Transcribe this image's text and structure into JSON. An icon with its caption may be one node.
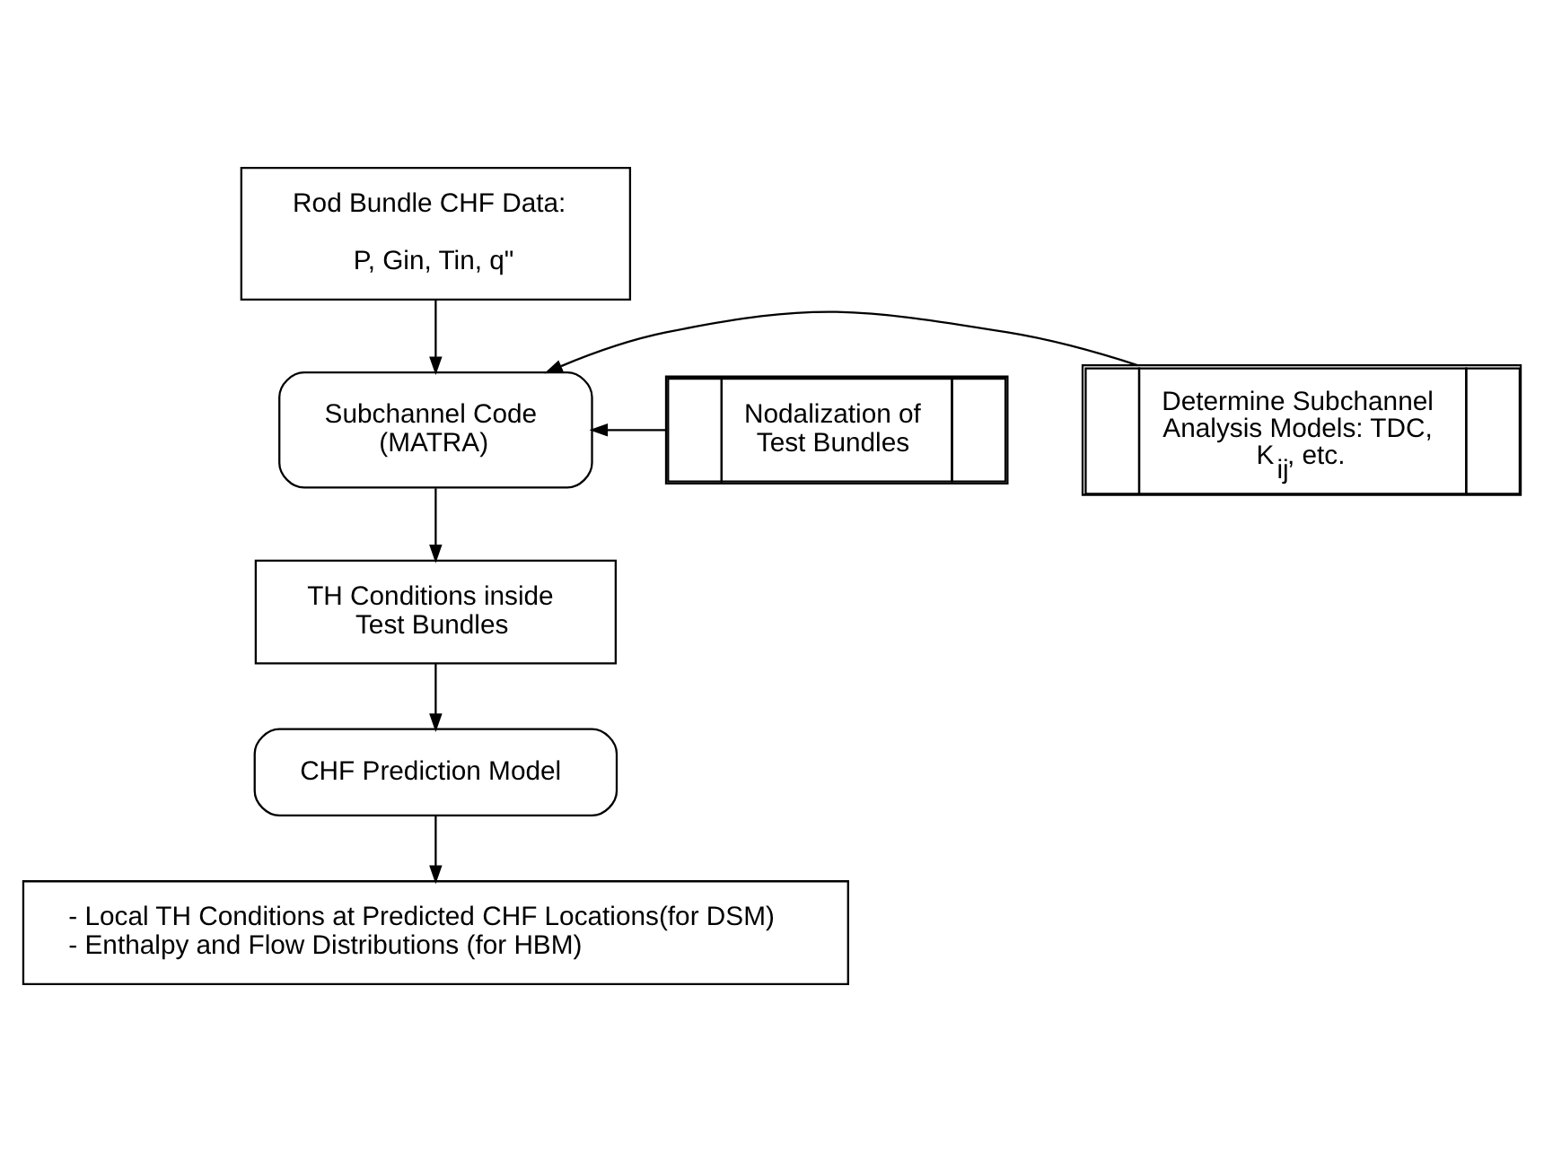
{
  "diagram": {
    "nodes": [
      {
        "text": [
          "Rod Bundle CHF Data:",
          "P, Gin, Tin, q\""
        ]
      },
      {
        "text": [
          "Nodalization of Test Bundles"
        ]
      },
      {
        "text": [
          "Subchannel Code (MATRA)"
        ]
      },
      {
        "text": [
          "Determine Subchannel Analysis Models: TDC, K$_{ij}$, etc."
        ]
      },
      {
        "text": [
          "TH Conditions inside Test Bundles"
        ]
      },
      {
        "text": [
          "CHF Prediction Model"
        ]
      },
      {
        "text": [
          "- Local TH Conditions at Predicted CHF Locations(for DSM)",
          "- Enthalpy and Flow Distributions (for HBM)"
        ]
      }
    ],
    "edges": [
      {
        "from": 0,
        "to": 2,
        "arrow": "to"
      },
      {
        "from": 1,
        "to": 2,
        "arrow": "to"
      },
      {
        "from": 3,
        "to": 2,
        "arrow": "to"
      },
      {
        "from": 2,
        "to": 4,
        "arrow": "to"
      },
      {
        "from": 4,
        "to": 5,
        "arrow": "to"
      },
      {
        "from": 5,
        "to": 6,
        "arrow": "to"
      }
    ]
  }
}
